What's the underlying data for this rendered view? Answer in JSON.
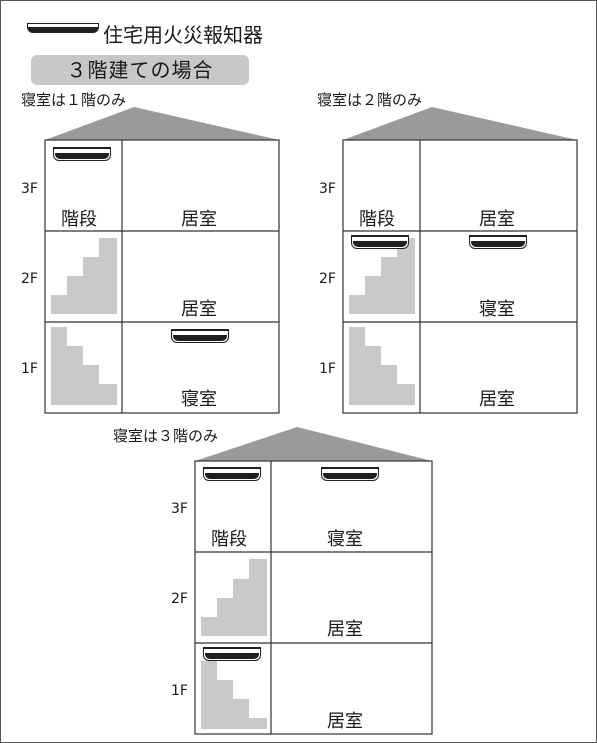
{
  "legend": {
    "label": "住宅用火災報知器",
    "icon": "smoke-alarm-icon"
  },
  "banner": {
    "label": "３階建ての場合"
  },
  "floors": {
    "f3": "3F",
    "f2": "2F",
    "f1": "1F"
  },
  "cases": [
    {
      "title": "寝室は１階のみ",
      "rooms": {
        "stairs3": "階段",
        "r3": "居室",
        "r2": "居室",
        "r1": "寝室"
      }
    },
    {
      "title": "寝室は２階のみ",
      "rooms": {
        "stairs3": "階段",
        "r3": "居室",
        "r2": "寝室",
        "r1": "居室"
      }
    },
    {
      "title": "寝室は３階のみ",
      "rooms": {
        "stairs3": "階段",
        "r3": "寝室",
        "r2": "居室",
        "r1": "居室"
      }
    }
  ],
  "colors": {
    "roof": "#9a9a9a",
    "stairs": "#c9c9c9",
    "banner": "#c8c8c8",
    "alarm": "#1f1f1f"
  }
}
